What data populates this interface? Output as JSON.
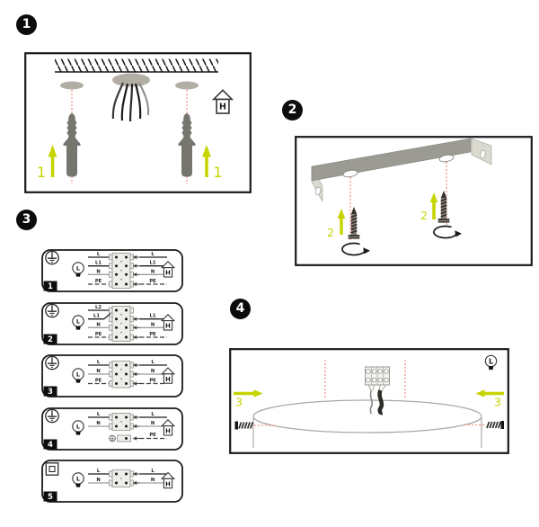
{
  "colors": {
    "accent_yellow": "#c6d400",
    "guide_red": "#ee8476",
    "ink": "#1a1a1a",
    "metal_gray": "#9b9b93",
    "metal_light": "#dbdad0",
    "plug_gray": "#76766f",
    "canopy_gray": "#b2aea5"
  },
  "icons": {
    "house-icon": "house outline with letter H",
    "bulb-icon": "light bulb with letter L",
    "earth-icon": "protective earth symbol in circle",
    "class2-icon": "double square (class II insulation)",
    "rotation-arrow-icon": "clockwise turn arrow",
    "wall-anchor-icon": "expansion wall plug",
    "screw-icon": "threaded screw"
  },
  "steps": [
    {
      "label": "1"
    },
    {
      "label": "2"
    },
    {
      "label": "3"
    },
    {
      "label": "4"
    }
  ],
  "panel1": {
    "sequence_label": "1",
    "house_label": "H"
  },
  "panel2": {
    "sequence_label": "2"
  },
  "panel4": {
    "sequence_label": "3",
    "bulb_label": "L"
  },
  "wiring": {
    "boxes": [
      {
        "badge": "1",
        "bulb_label": "L",
        "house_label": "H",
        "left_labels": [
          "L",
          "L1",
          "N",
          "PE"
        ],
        "right_labels": [
          "L",
          "L1",
          "N",
          "PE"
        ]
      },
      {
        "badge": "2",
        "bulb_label": "L",
        "house_label": "H",
        "left_labels": [
          "L2",
          "L1",
          "N",
          "PE"
        ],
        "right_labels": [
          "L1",
          "N",
          "PE"
        ]
      },
      {
        "badge": "3",
        "bulb_label": "L",
        "house_label": "H",
        "left_labels": [
          "L",
          "N",
          "PE"
        ],
        "right_labels": [
          "L",
          "N",
          "PE"
        ]
      },
      {
        "badge": "4",
        "bulb_label": "L",
        "house_label": "H",
        "left_labels": [
          "L",
          "N"
        ],
        "right_labels": [
          "L",
          "N"
        ],
        "pe_label": "PE"
      },
      {
        "badge": "5",
        "bulb_label": "L",
        "house_label": "H",
        "left_labels": [
          "L",
          "N"
        ],
        "right_labels": [
          "L",
          "N"
        ]
      }
    ]
  }
}
